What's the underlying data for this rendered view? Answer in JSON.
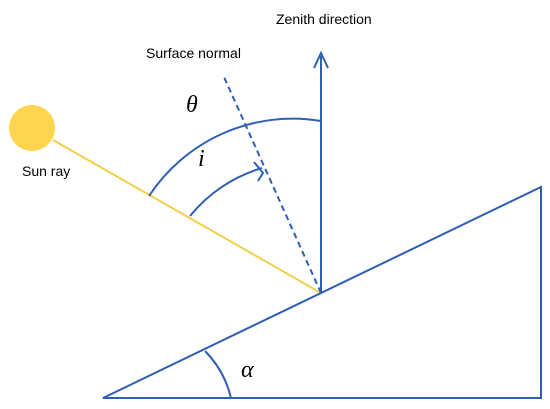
{
  "labels": {
    "zenith": "Zenith direction",
    "surface_normal": "Surface normal",
    "sun_ray": "Sun ray",
    "theta": "θ",
    "incidence": "i",
    "slope": "α"
  },
  "colors": {
    "geometry": "#2f5fb3",
    "sun": "#ffd54f",
    "sun_ray": "#f2d04c",
    "text": "#000000"
  },
  "icons": {
    "sun": "sun-icon"
  }
}
